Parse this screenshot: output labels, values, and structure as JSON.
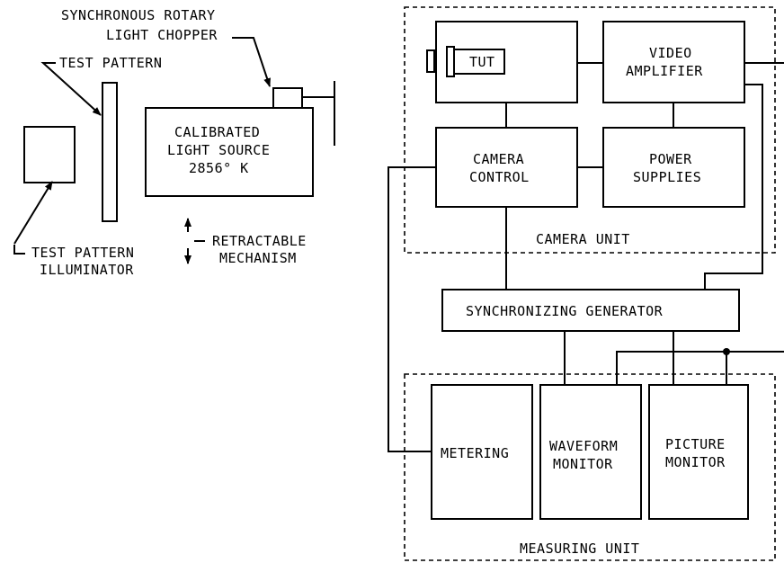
{
  "labels": {
    "chopper_1": "SYNCHRONOUS ROTARY",
    "chopper_2": "LIGHT CHOPPER",
    "test_pattern": "TEST PATTERN",
    "illuminator_1": "TEST PATTERN",
    "illuminator_2": "ILLUMINATOR",
    "source_1": "CALIBRATED",
    "source_2": "LIGHT SOURCE",
    "source_3": "2856° K",
    "retract_1": "RETRACTABLE",
    "retract_2": "MECHANISM",
    "tut": "TUT",
    "video_1": "VIDEO",
    "video_2": "AMPLIFIER",
    "camctl_1": "CAMERA",
    "camctl_2": "CONTROL",
    "power_1": "POWER",
    "power_2": "SUPPLIES",
    "camera_unit": "CAMERA UNIT",
    "sync_gen": "SYNCHRONIZING GENERATOR",
    "metering": "METERING",
    "waveform_1": "WAVEFORM",
    "waveform_2": "MONITOR",
    "picture_1": "PICTURE",
    "picture_2": "MONITOR",
    "measuring_unit": "MEASURING UNIT"
  }
}
